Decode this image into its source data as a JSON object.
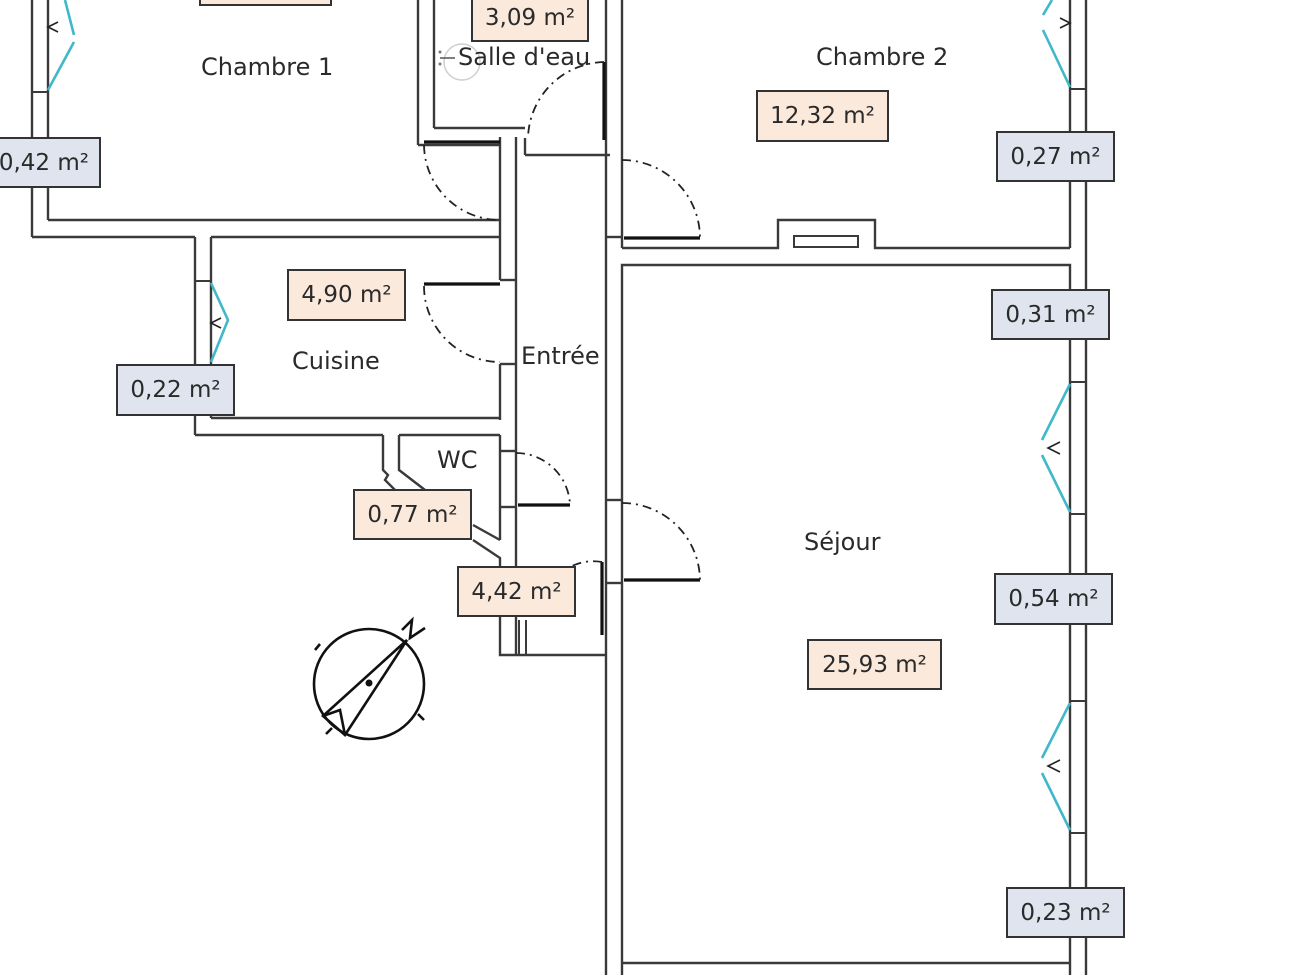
{
  "plan": {
    "rooms": [
      {
        "id": "chambre-1",
        "name": "Chambre 1",
        "area": ""
      },
      {
        "id": "salle-d-eau",
        "name": "Salle d'eau",
        "area": "3,09 m²"
      },
      {
        "id": "chambre-2",
        "name": "Chambre 2",
        "area": "12,32 m²"
      },
      {
        "id": "cuisine",
        "name": "Cuisine",
        "area": "4,90 m²"
      },
      {
        "id": "entree",
        "name": "Entrée",
        "area": "4,42 m²"
      },
      {
        "id": "wc",
        "name": "WC",
        "area": "0,77 m²"
      },
      {
        "id": "sejour",
        "name": "Séjour",
        "area": "25,93 m²"
      }
    ],
    "window_areas": [
      {
        "id": "chambre-1-window",
        "area": "0,42 m²"
      },
      {
        "id": "chambre-2-window",
        "area": "0,27 m²"
      },
      {
        "id": "cuisine-window",
        "area": "0,22 m²"
      },
      {
        "id": "sejour-window-1",
        "area": "0,31 m²"
      },
      {
        "id": "sejour-window-2",
        "area": "0,54 m²"
      },
      {
        "id": "sejour-window-3",
        "area": "0,23 m²"
      }
    ],
    "compass": {
      "icon": "north-arrow-icon",
      "label": "N"
    },
    "colors": {
      "room_label_fill": "#fbe9dc",
      "window_label_fill": "#dfe4ee",
      "window_leaf": "#3fb8c9",
      "wall": "#3a3a3a"
    }
  }
}
